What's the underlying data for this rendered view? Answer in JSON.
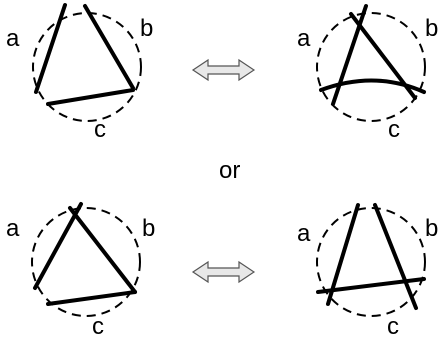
{
  "labels": {
    "a": "a",
    "b": "b",
    "c": "c",
    "or": "or"
  },
  "panels": [
    {
      "id": "top-left",
      "label_a": "a",
      "label_b": "b",
      "label_c": "c"
    },
    {
      "id": "top-right",
      "label_a": "a",
      "label_b": "b",
      "label_c": "c"
    },
    {
      "id": "bottom-left",
      "label_a": "a",
      "label_b": "b",
      "label_c": "c"
    },
    {
      "id": "bottom-right",
      "label_a": "a",
      "label_b": "b",
      "label_c": "c"
    }
  ],
  "arrows": [
    {
      "id": "top-arrow",
      "icon": "double-arrow-icon"
    },
    {
      "id": "bottom-arrow",
      "icon": "double-arrow-icon"
    }
  ]
}
